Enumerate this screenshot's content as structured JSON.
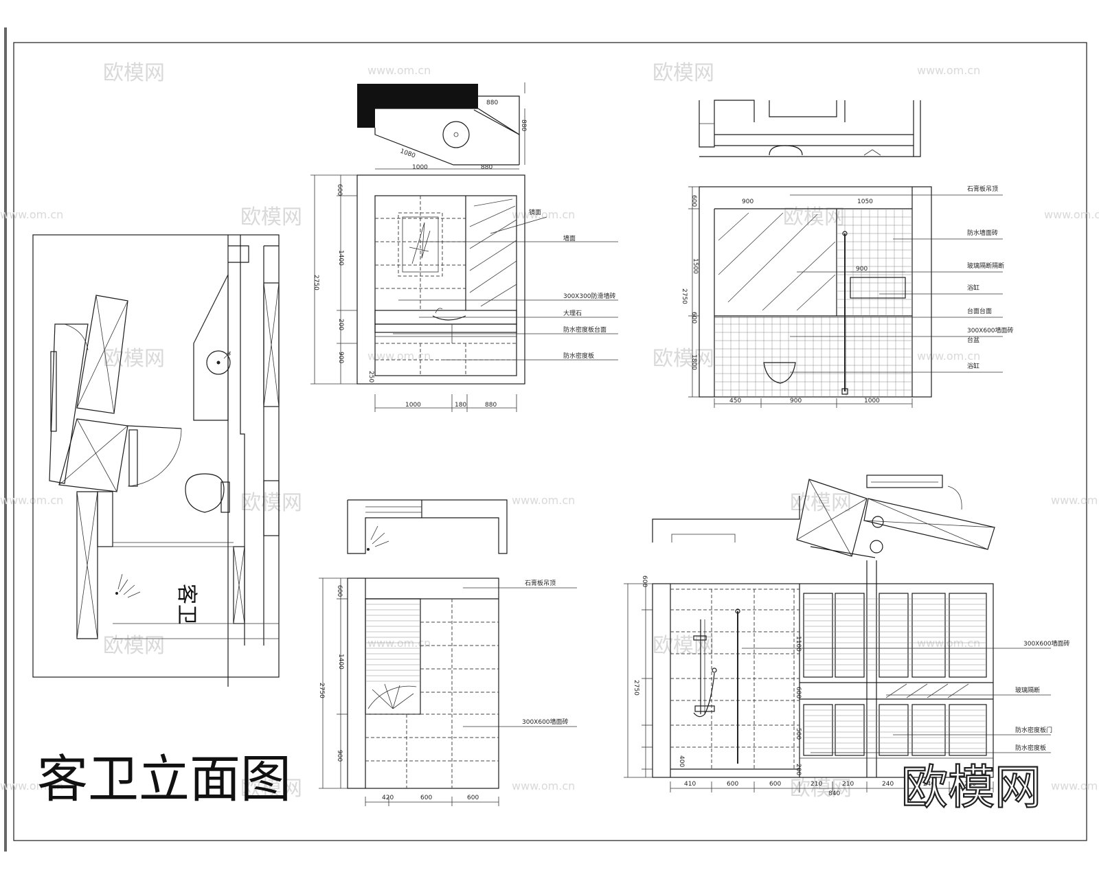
{
  "title": "客卫立面图",
  "room_label": "客卫",
  "brand_logo": "欧模网",
  "watermark": {
    "text": "欧模网",
    "url": "www.om.cn"
  },
  "elevation_a": {
    "heights": [
      "600",
      "1400",
      "200",
      "900",
      "250",
      "2750"
    ],
    "widths": [
      "1000",
      "180",
      "880"
    ],
    "plan_dims": [
      "880",
      "1000",
      "880",
      "1080",
      "880"
    ],
    "notes": [
      "镜面",
      "墙面",
      "300X300防滑墙砖",
      "大理石",
      "防水密度板台面",
      "防水密度板"
    ]
  },
  "elevation_b": {
    "heights": [
      "600",
      "1500",
      "600",
      "1800",
      "2750"
    ],
    "widths": [
      "450",
      "900",
      "1000"
    ],
    "inner_dims": [
      "900",
      "1050"
    ],
    "notes": [
      "石膏板吊顶",
      "防水墙面砖",
      "玻璃隔断隔断",
      "浴缸",
      "台面台面",
      "300X600墙面砖",
      "台盆",
      "浴缸"
    ]
  },
  "elevation_c": {
    "heights": [
      "600",
      "1400",
      "900",
      "2750"
    ],
    "widths": [
      "420",
      "600",
      "600"
    ],
    "notes": [
      "石膏板吊顶",
      "300X600墙面砖"
    ]
  },
  "elevation_d": {
    "heights": [
      "600",
      "1100",
      "600",
      "500",
      "400",
      "200",
      "2750"
    ],
    "widths": [
      "410",
      "600",
      "600",
      "210",
      "210",
      "240",
      "240",
      "210"
    ],
    "sub_dims": [
      "840"
    ],
    "notes": [
      "300X600墙面砖",
      "玻璃隔断",
      "防水密度板门",
      "防水密度板"
    ]
  }
}
